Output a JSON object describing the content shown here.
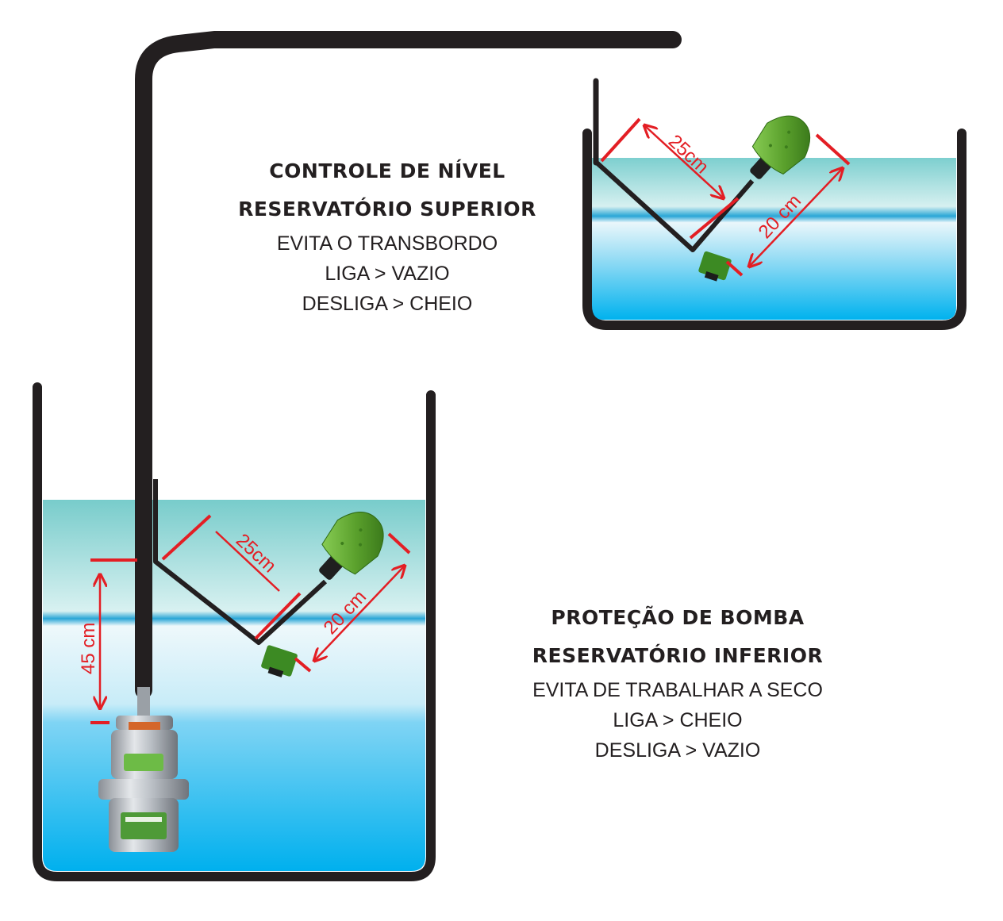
{
  "upper": {
    "title1": "CONTROLE DE NÍVEL",
    "title2": "RESERVATÓRIO SUPERIOR",
    "line1": "EVITA O TRANSBORDO",
    "line2": "LIGA > VAZIO",
    "line3": "DESLIGA > CHEIO",
    "dim_cable": "25cm",
    "dim_float": "20 cm"
  },
  "lower": {
    "title1": "PROTEÇÃO DE BOMBA",
    "title2": "RESERVATÓRIO INFERIOR",
    "line1": "EVITA DE TRABALHAR A SECO",
    "line2": "LIGA > CHEIO",
    "line3": "DESLIGA > VAZIO",
    "dim_cable": "25cm",
    "dim_float": "20 cm",
    "dim_depth": "45 cm"
  },
  "colors": {
    "outline": "#231f20",
    "dimension": "#e31e24",
    "float": "#5aa02c",
    "water_top": "#8fd3d6",
    "water_bottom": "#00aeef"
  }
}
